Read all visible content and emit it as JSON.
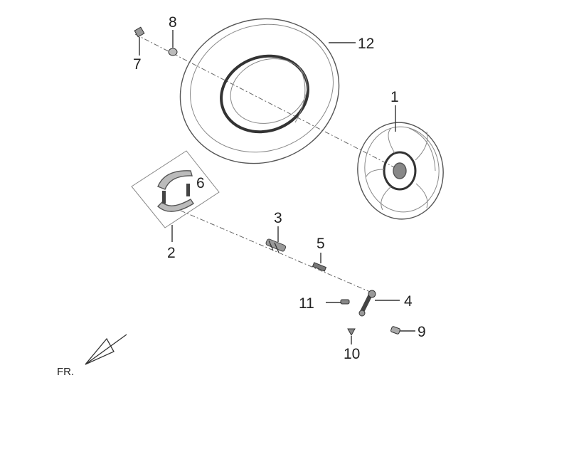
{
  "diagram": {
    "callouts": [
      {
        "id": "1",
        "label": "1"
      },
      {
        "id": "2",
        "label": "2"
      },
      {
        "id": "3",
        "label": "3"
      },
      {
        "id": "4",
        "label": "4"
      },
      {
        "id": "5",
        "label": "5"
      },
      {
        "id": "6",
        "label": "6"
      },
      {
        "id": "7",
        "label": "7"
      },
      {
        "id": "8",
        "label": "8"
      },
      {
        "id": "9",
        "label": "9"
      },
      {
        "id": "10",
        "label": "10"
      },
      {
        "id": "11",
        "label": "11"
      },
      {
        "id": "12",
        "label": "12"
      }
    ],
    "front_label": "FR."
  }
}
